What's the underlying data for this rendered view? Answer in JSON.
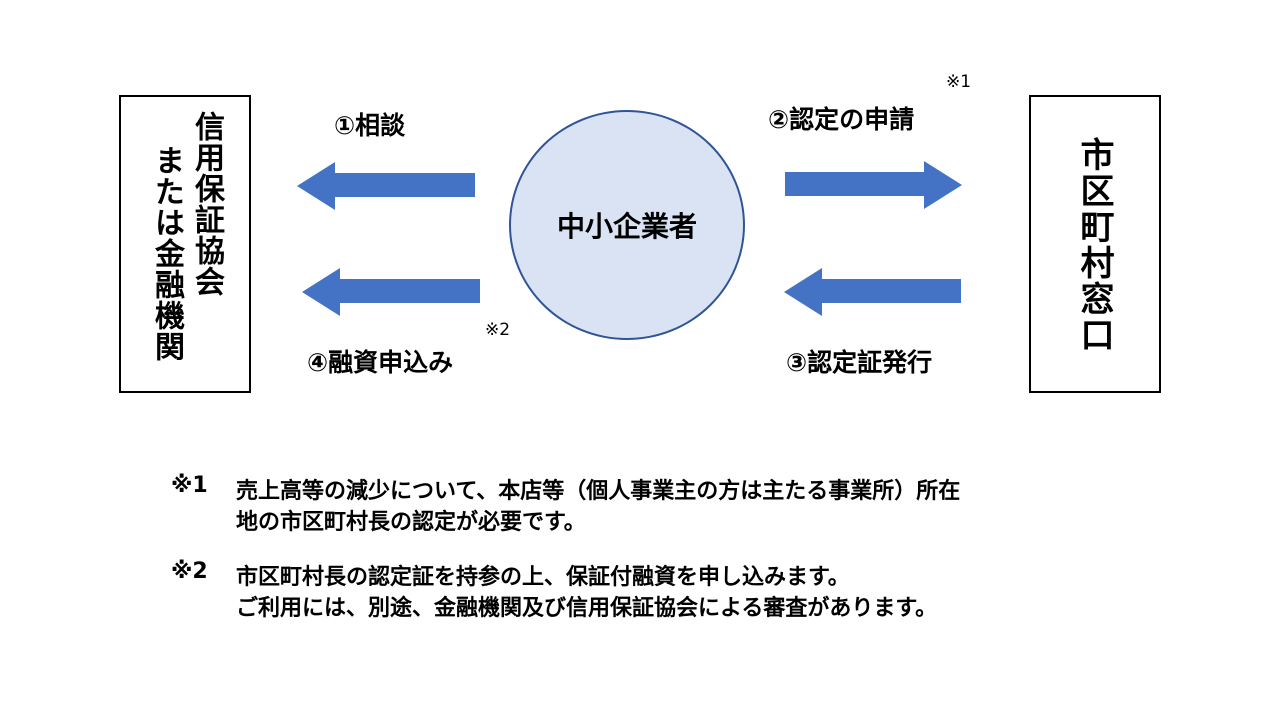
{
  "left_box": {
    "line1": "信用保証協会",
    "line2": "または金融機関"
  },
  "right_box": {
    "text": "市区町村窓口"
  },
  "center": {
    "text": "中小企業者"
  },
  "steps": {
    "s1": "①相談",
    "s2": "②認定の申請",
    "s3": "③認定証発行",
    "s4": "④融資申込み"
  },
  "marks": {
    "m1": "※1",
    "m2": "※2"
  },
  "notes": [
    {
      "mark": "※1",
      "line1": "売上高等の減少について、本店等（個人事業主の方は主たる事業所）所在",
      "line2": "地の市区町村長の認定が必要です。"
    },
    {
      "mark": "※2",
      "line1": "市区町村長の認定証を持参の上、保証付融資を申し込みます。",
      "line2": "ご利用には、別途、金融機関及び信用保証協会による審査があります。"
    }
  ],
  "colors": {
    "arrow": "#4472c4",
    "circle_fill": "#dae3f3",
    "circle_stroke": "#2f5597"
  }
}
